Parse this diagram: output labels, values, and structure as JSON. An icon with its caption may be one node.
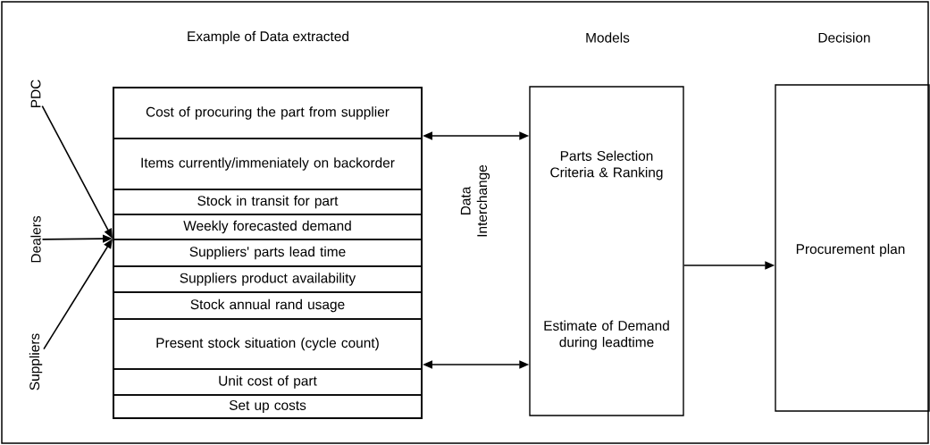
{
  "diagram": {
    "nodes": [
      {
        "text": [
          "PDC"
        ]
      },
      {
        "text": [
          "Dealers"
        ]
      },
      {
        "text": [
          "Suppliers"
        ]
      },
      {
        "text": [
          "Example of Data extracted"
        ]
      },
      {
        "text": [
          "Cost of procuring the part from supplier"
        ],
        "in": 3
      },
      {
        "text": [
          "Items currently/immeniately on backorder"
        ],
        "in": 3
      },
      {
        "text": [
          "Stock in transit for part"
        ],
        "in": 3
      },
      {
        "text": [
          "Weekly forecasted demand"
        ],
        "in": 3
      },
      {
        "text": [
          "Suppliers' parts lead time"
        ],
        "in": 3
      },
      {
        "text": [
          "Suppliers product availability"
        ],
        "in": 3
      },
      {
        "text": [
          "Stock annual rand usage"
        ],
        "in": 3
      },
      {
        "text": [
          "Present stock situation (cycle count)"
        ],
        "in": 3
      },
      {
        "text": [
          "Unit cost of part"
        ],
        "in": 3
      },
      {
        "text": [
          "Set up costs"
        ],
        "in": 3
      },
      {
        "text": [
          "Models",
          "Parts Selection Criteria & Ranking",
          "Estimate of Demand during leadtime"
        ]
      },
      {
        "text": [
          "Decision",
          "Procurement plan"
        ]
      }
    ],
    "edges": [
      {
        "from": 0,
        "to": 3,
        "arrow": "to"
      },
      {
        "from": 1,
        "to": 3,
        "arrow": "to"
      },
      {
        "from": 2,
        "to": 3,
        "arrow": "to"
      },
      {
        "from": 3,
        "to": 14,
        "arrow": "both"
      },
      {
        "from": 3,
        "to": 14,
        "arrow": "both"
      },
      {
        "from": 14,
        "to": 15,
        "arrow": "to"
      }
    ],
    "labels": [
      "Data Interchange"
    ]
  }
}
